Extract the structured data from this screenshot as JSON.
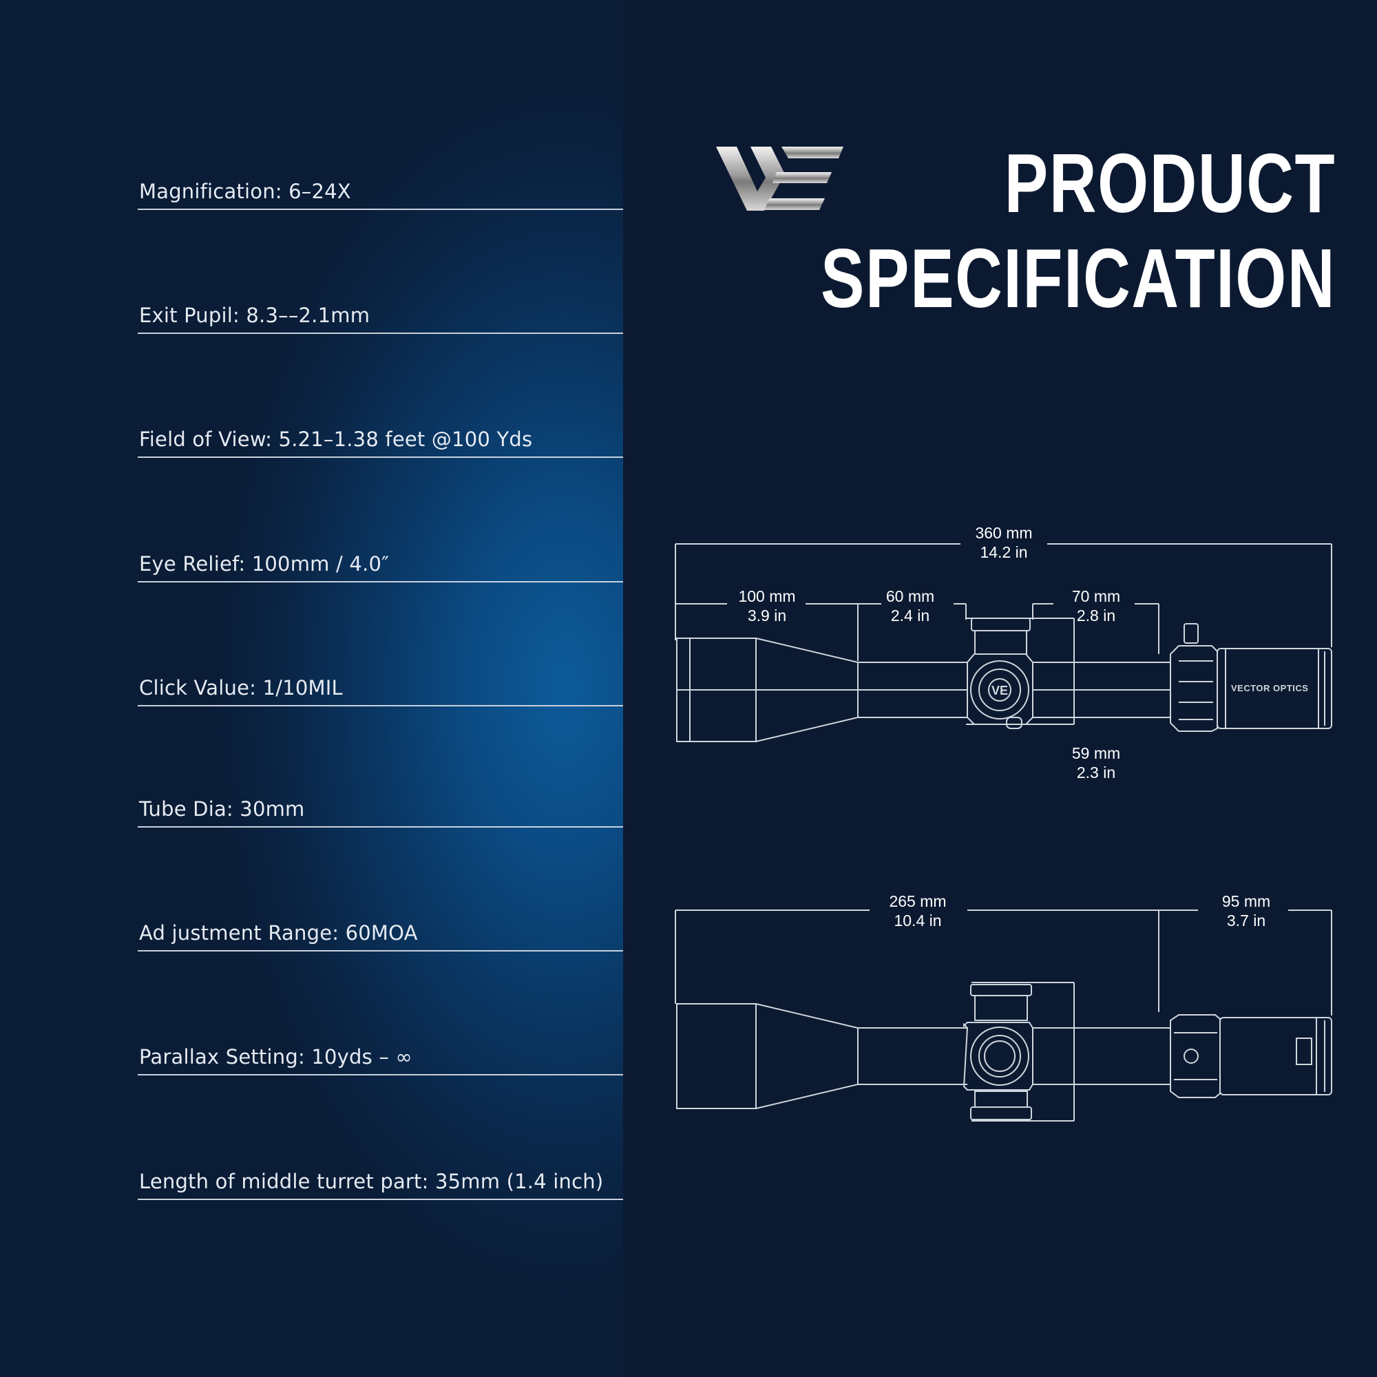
{
  "specs": [
    "Magnification: 6–24X",
    "Exit Pupil: 8.3––2.1mm",
    "Field of View: 5.21–1.38 feet @100 Yds",
    "Eye Relief: 100mm / 4.0″",
    "Click Value: 1/10MIL",
    "Tube Dia: 30mm",
    "Ad justment Range: 60MOA",
    "Parallax Setting: 10yds – ∞",
    "Length of middle turret part: 35mm (1.4 inch)"
  ],
  "header": {
    "title_line1": "PRODUCT",
    "title_line2": "SPECIFICATION",
    "logo_icon": "vector-optics-ve-logo"
  },
  "dimensions": {
    "total": {
      "mm": "360 mm",
      "in": "14.2 in"
    },
    "objective": {
      "mm": "100 mm",
      "in": "3.9 in"
    },
    "tube_front": {
      "mm": "60 mm",
      "in": "2.4 in"
    },
    "tube_rear": {
      "mm": "70 mm",
      "in": "2.8 in"
    },
    "turret": {
      "mm": "59 mm",
      "in": "2.3 in"
    },
    "front_length": {
      "mm": "265 mm",
      "in": "10.4 in"
    },
    "eyepiece": {
      "mm": "95 mm",
      "in": "3.7 in"
    }
  },
  "scope_brand_text": "VECTOR OPTICS",
  "colors": {
    "background": "#0c1a31",
    "accent_blue": "#0d5b9a",
    "line": "#c9d2de"
  }
}
